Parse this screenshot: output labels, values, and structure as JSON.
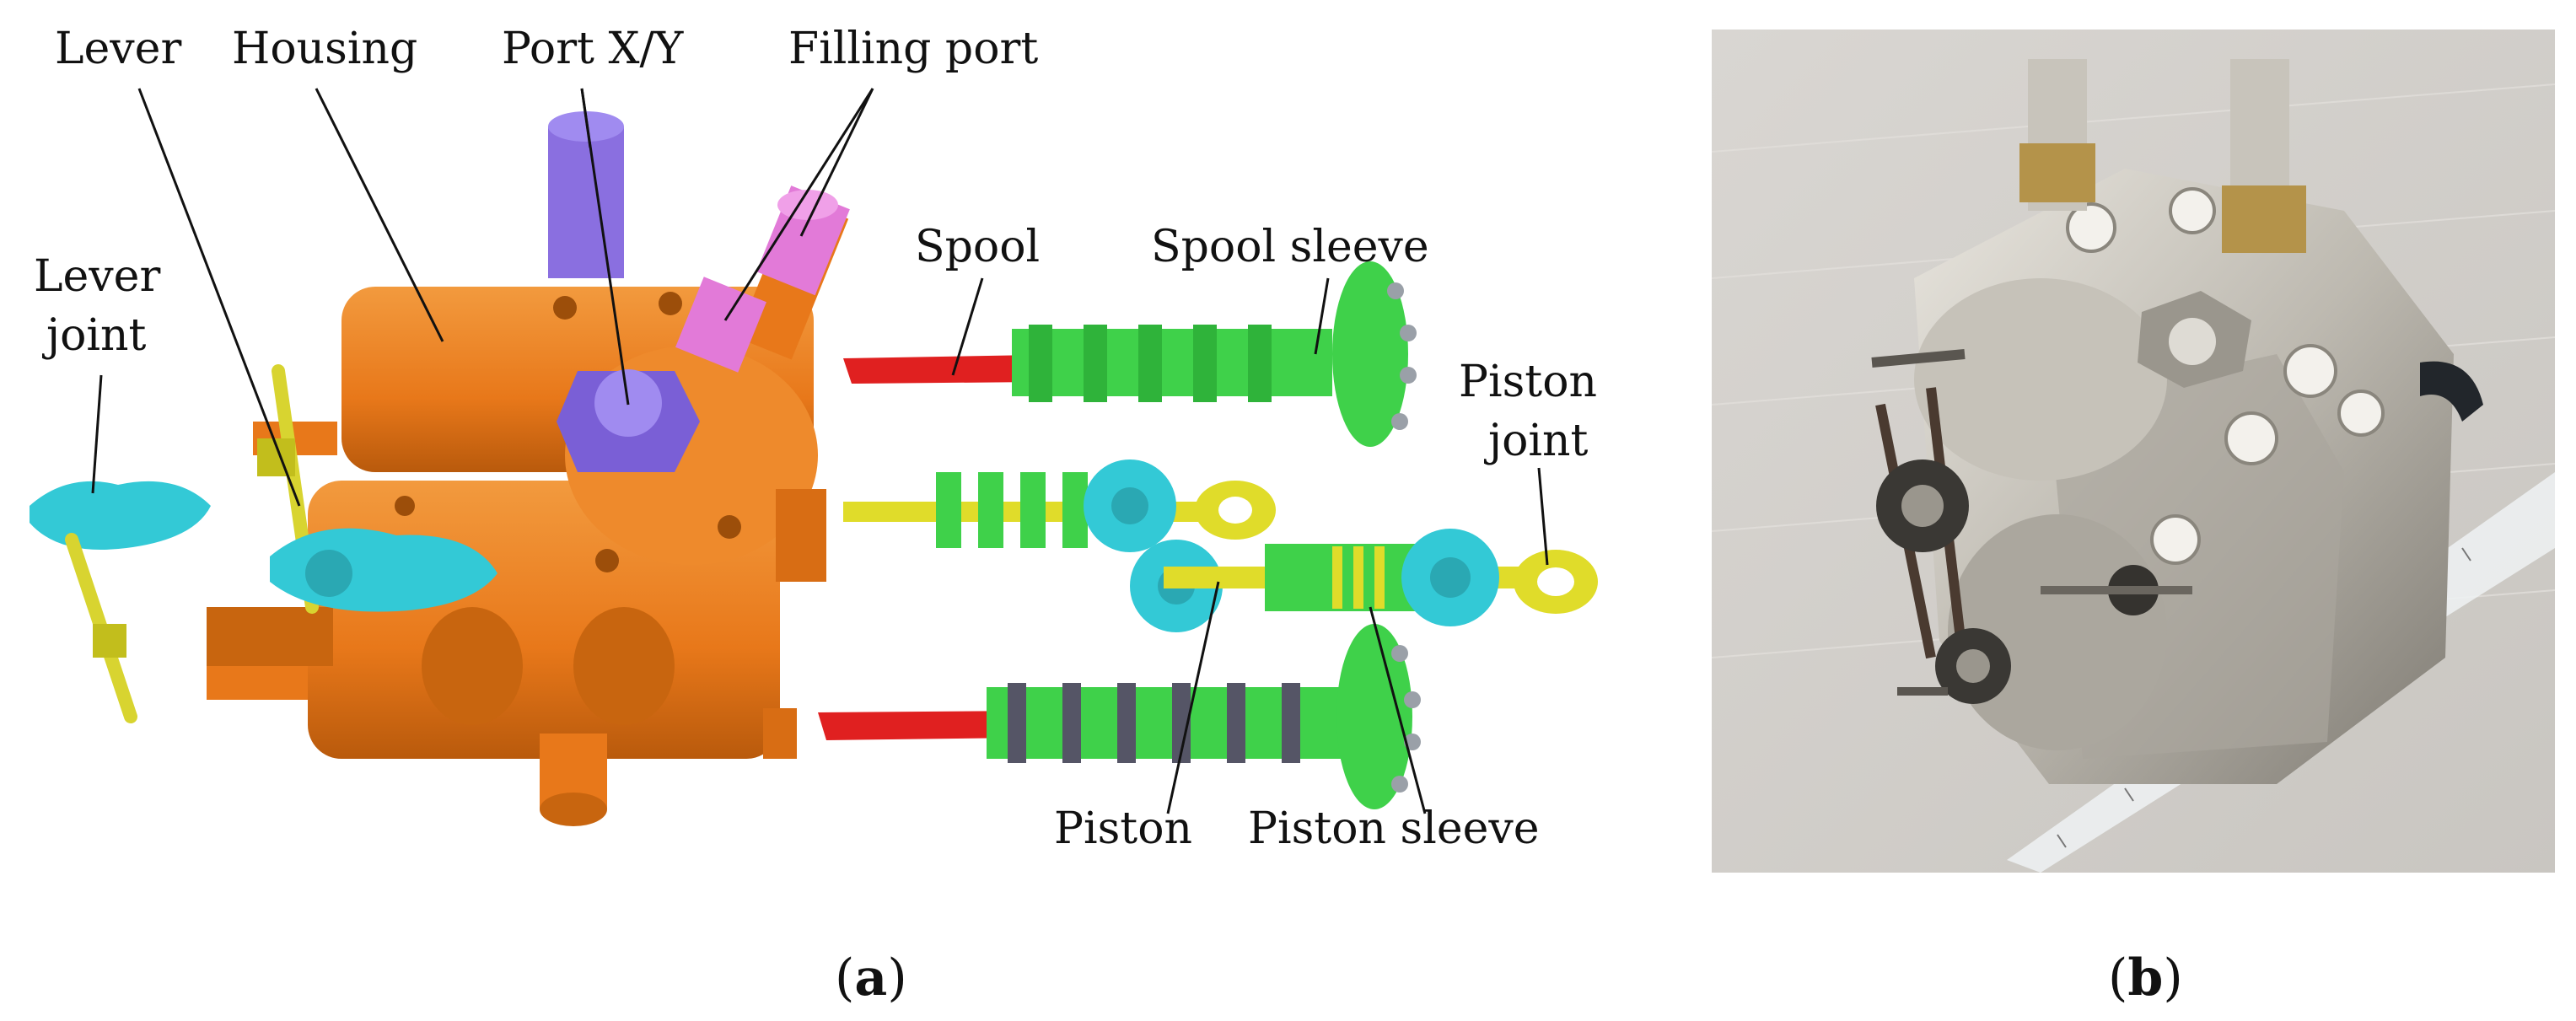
{
  "labels": {
    "lever": "Lever",
    "housing": "Housing",
    "port_xy": "Port X/Y",
    "filling_port": "Filling port",
    "lever_joint_1": "Lever",
    "lever_joint_2": "joint",
    "spool": "Spool",
    "spool_sleeve": "Spool sleeve",
    "piston_joint_1": "Piston",
    "piston_joint_2": "joint",
    "piston": "Piston",
    "piston_sleeve": "Piston sleeve"
  },
  "captions": {
    "a_open": "(",
    "a_letter": "a",
    "a_close": ")",
    "b_open": "(",
    "b_letter": "b",
    "b_close": ")"
  },
  "colors": {
    "housing": "#e8781a",
    "port_xy": "#8a6fe0",
    "filling_port": "#e27ad8",
    "spool": "#e02020",
    "sleeve": "#3fd14a",
    "piston": "#e0dc2a",
    "joint": "#33c9d6",
    "lever": "#d8d430"
  }
}
